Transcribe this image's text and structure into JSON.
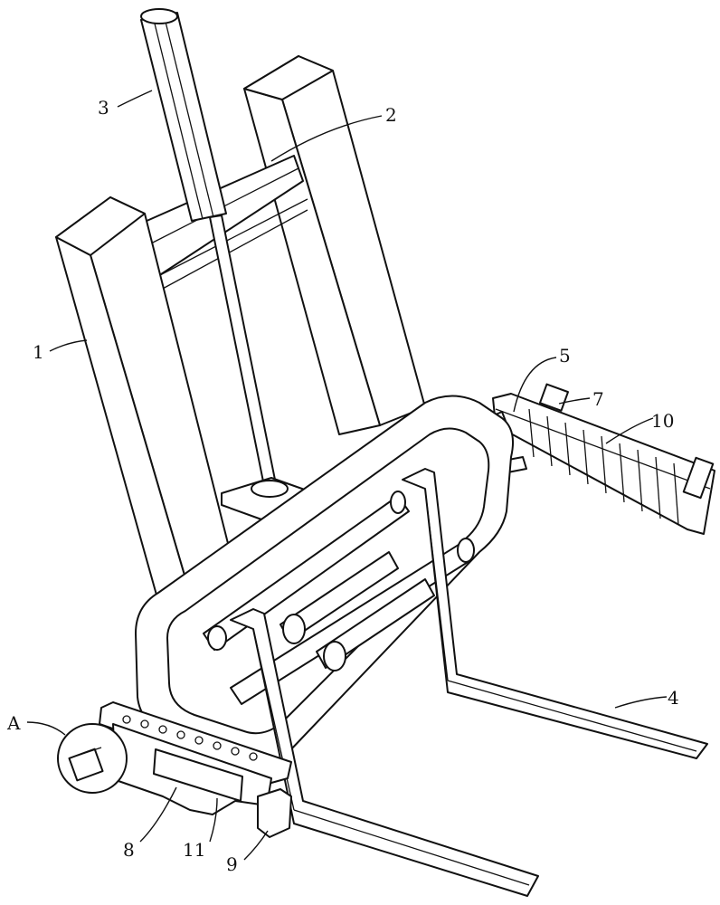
{
  "figure": {
    "labels": {
      "column_front": "1",
      "column_back": "2",
      "lift_rod": "3",
      "fork": "4",
      "shaft": "5",
      "motor": "7",
      "plate_left": "8",
      "clamp": "9",
      "plate_right": "10",
      "screen": "11",
      "detail_a": "A"
    },
    "line_color": "#111111",
    "background": "#ffffff"
  }
}
